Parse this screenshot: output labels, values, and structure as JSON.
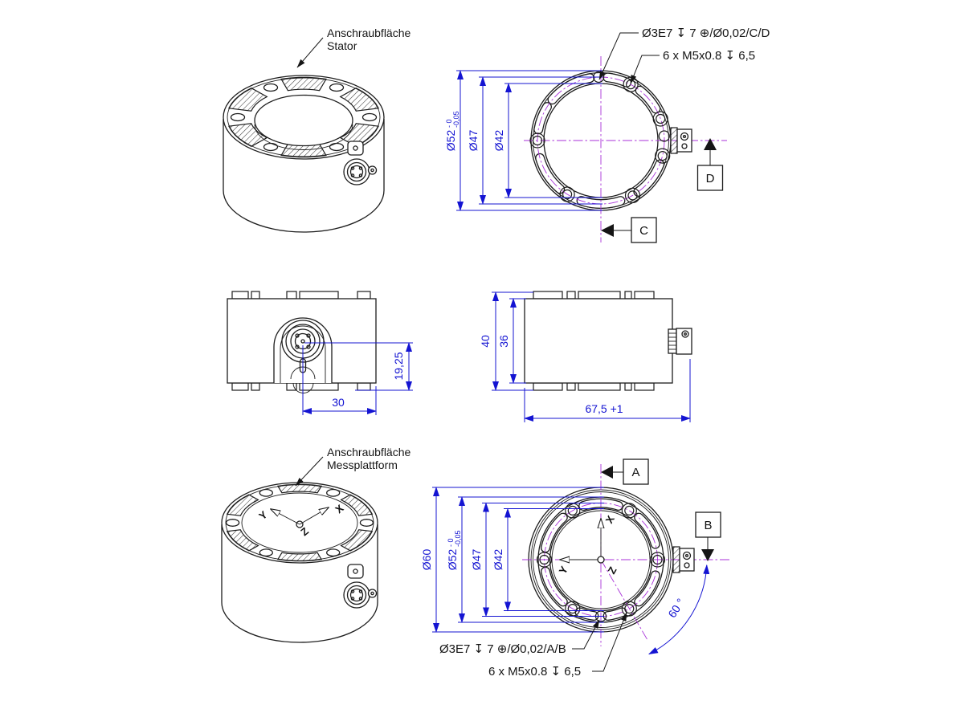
{
  "colors": {
    "geometry": "#1d1d1d",
    "dimension": "#1414d2",
    "centerline": "#a832d8",
    "note": "#151515",
    "background": "#ffffff"
  },
  "axes": {
    "x": "X",
    "y": "Y",
    "z": "Z"
  },
  "iso_stator": {
    "label_line1": "Anschraubfläche",
    "label_line2": "Stator"
  },
  "top_view": {
    "note_pin": "Ø3E7 ↧ 7 ⊕/Ø0,02/C/D",
    "note_thread": "6 x M5x0.8 ↧ 6,5",
    "dim_d52": "Ø52",
    "tol_top": "- 0",
    "tol_bottom": "-0,05",
    "dim_d47": "Ø47",
    "dim_d42": "Ø42",
    "datum_c": "C",
    "datum_d": "D"
  },
  "front_view": {
    "dim_center_to_bottom": "19,25",
    "dim_center_to_edge": "30"
  },
  "side_view": {
    "dim_total_height": "40",
    "dim_body_height": "36",
    "dim_length": "67,5 +1"
  },
  "iso_platform": {
    "label_line1": "Anschraubfläche",
    "label_line2": "Messplattform"
  },
  "bottom_view": {
    "note_pin": "Ø3E7 ↧ 7 ⊕/Ø0,02/A/B",
    "note_thread": "6 x M5x0.8 ↧ 6,5",
    "dim_d60": "Ø60",
    "dim_d52": "Ø52",
    "tol_top": "- 0",
    "tol_bottom": "-0,05",
    "dim_d47": "Ø47",
    "dim_d42": "Ø42",
    "dim_angle": "60 °",
    "datum_a": "A",
    "datum_b": "B"
  }
}
